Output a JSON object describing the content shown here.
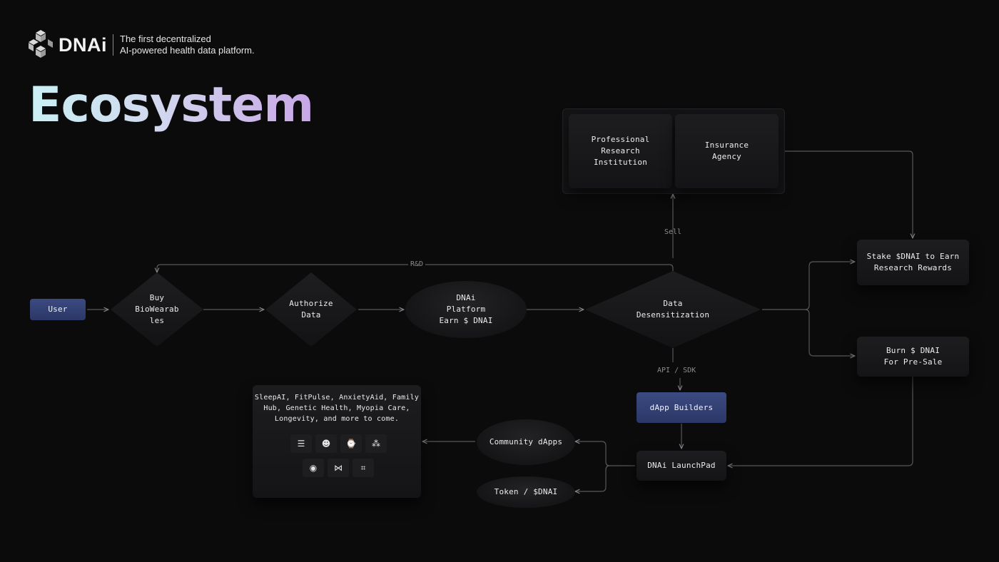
{
  "header": {
    "brand": "DNAi",
    "tagline_line1": "The first decentralized",
    "tagline_line2": "AI-powered health data platform.",
    "title": "Ecosystem"
  },
  "nodes": {
    "user": "User",
    "buy_biowearables": "Buy\nBioWearab\nles",
    "authorize_data": "Authorize\nData",
    "dnai_platform": "DNAi\nPlatform\nEarn $ DNAI",
    "data_desensitization": "Data\nDesensitization",
    "professional_research": "Professional\nResearch\nInstitution",
    "insurance_agency": "Insurance\nAgency",
    "stake": "Stake $DNAI to Earn\nResearch Rewards",
    "burn": "Burn $ DNAI\nFor Pre-Sale",
    "dapp_builders": "dApp Builders",
    "launchpad": "DNAi LaunchPad",
    "community_dapps": "Community dApps",
    "token": "Token / $DNAI",
    "dapps_list": "SleepAI, FitPulse, AnxietyAid, Family\nHub, Genetic Health, Myopia Care,\nLongevity, and more to come."
  },
  "edge_labels": {
    "rd": "R&D",
    "sell": "Sell",
    "api_sdk": "API / SDK"
  },
  "dapp_icons": [
    "bed-icon",
    "brain-icon",
    "watch-icon",
    "family-icon",
    "eye-icon",
    "dna-icon",
    "longevity-icon"
  ],
  "colors": {
    "accent_blue": "#34427a",
    "line": "#6a6a6e",
    "title_gradient_start": "#c9f0f4",
    "title_gradient_end": "#c7a6e6"
  }
}
